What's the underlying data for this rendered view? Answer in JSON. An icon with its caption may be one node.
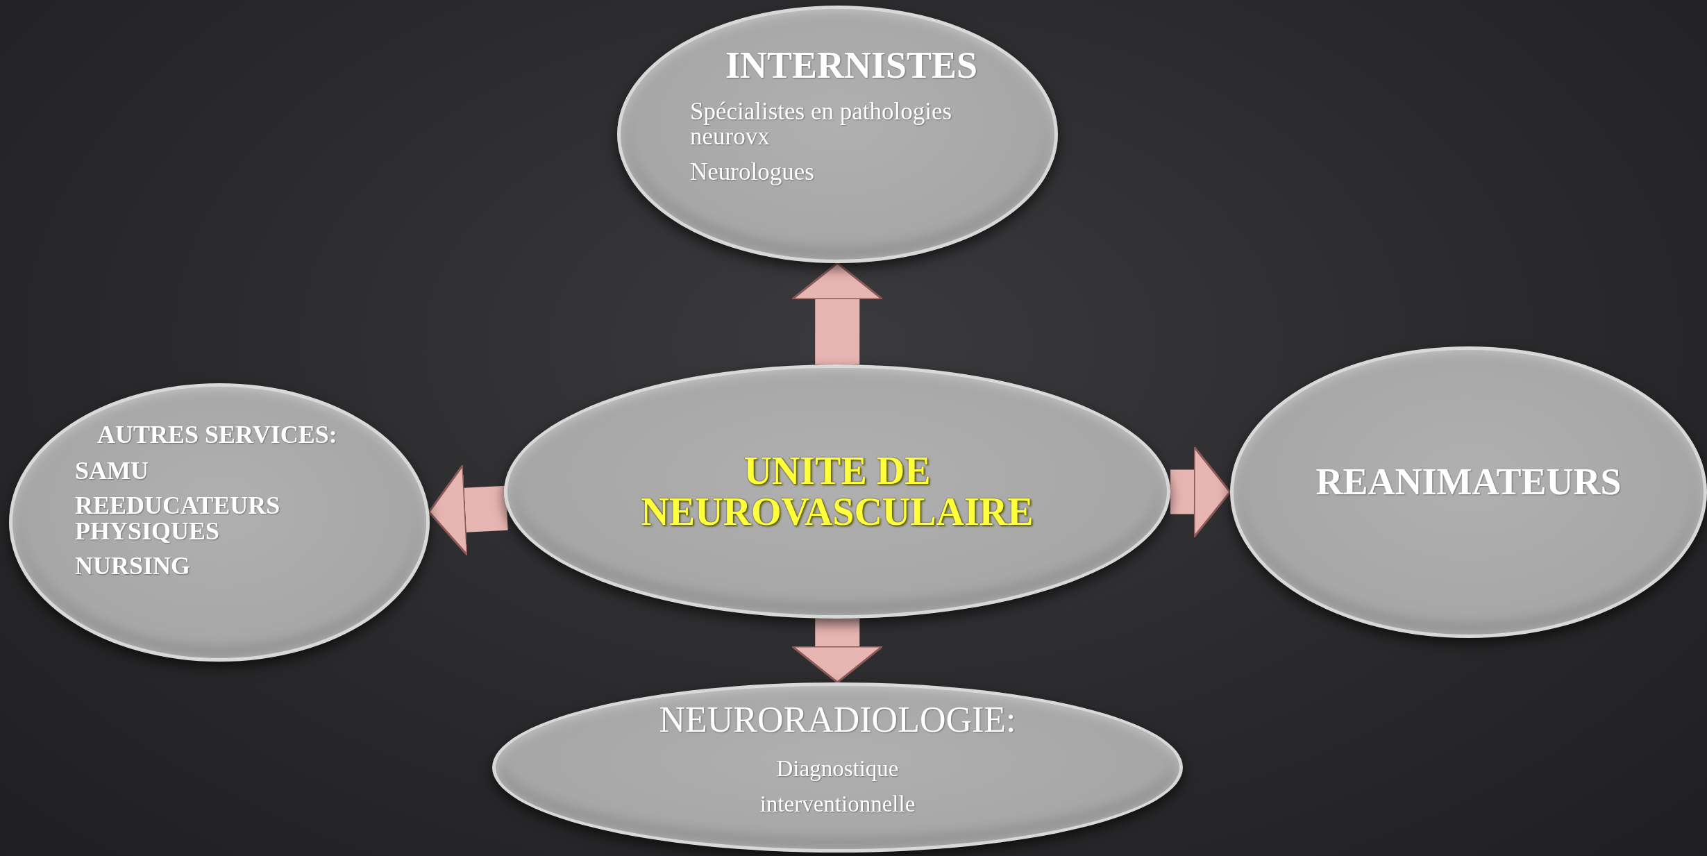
{
  "diagram": {
    "nodes": [
      {
        "text": [
          "INTERNISTES",
          "Spécialistes en pathologies neurovx",
          "Neurologues"
        ]
      },
      {
        "text": [
          "AUTRES SERVICES:",
          "SAMU",
          "REEDUCATEURS PHYSIQUES",
          "NURSING"
        ]
      },
      {
        "text": [
          "UNITE DE NEUROVASCULAIRE"
        ]
      },
      {
        "text": [
          "REANIMATEURS"
        ]
      },
      {
        "text": [
          "NEURORADIOLOGIE:",
          "Diagnostique",
          "interventionnelle"
        ]
      }
    ],
    "edges": [
      {
        "from": 2,
        "to": 0,
        "arrow": "to"
      },
      {
        "from": 2,
        "to": 1,
        "arrow": "to"
      },
      {
        "from": 2,
        "to": 3,
        "arrow": "to"
      },
      {
        "from": 2,
        "to": 4,
        "arrow": "to"
      }
    ]
  }
}
